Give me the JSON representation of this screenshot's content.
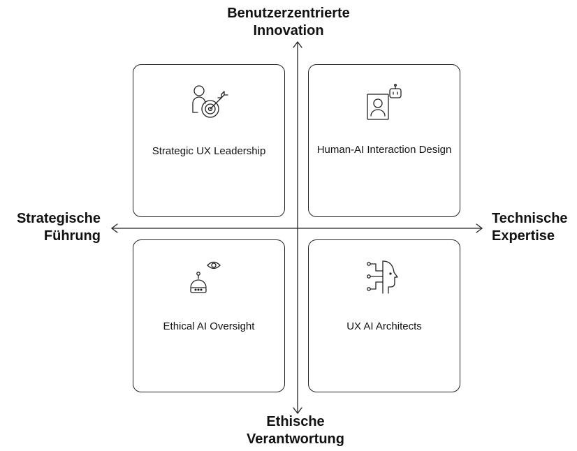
{
  "axes": {
    "top": [
      "Benutzerzentrierte",
      "Innovation"
    ],
    "bottom": [
      "Ethische",
      "Verantwortung"
    ],
    "left": [
      "Strategische",
      "Führung"
    ],
    "right": [
      "Technische",
      "Expertise"
    ]
  },
  "quadrants": {
    "top_left": {
      "label": "Strategic UX Leadership",
      "icon": "person-target-icon"
    },
    "top_right": {
      "label": "Human-AI Interaction Design",
      "icon": "user-robot-icon"
    },
    "bottom_left": {
      "label": "Ethical AI Oversight",
      "icon": "robot-eye-icon"
    },
    "bottom_right": {
      "label": "UX AI Architects",
      "icon": "ai-head-circuit-icon"
    }
  },
  "colors": {
    "line": "#222222",
    "text": "#111111",
    "background": "#ffffff"
  }
}
